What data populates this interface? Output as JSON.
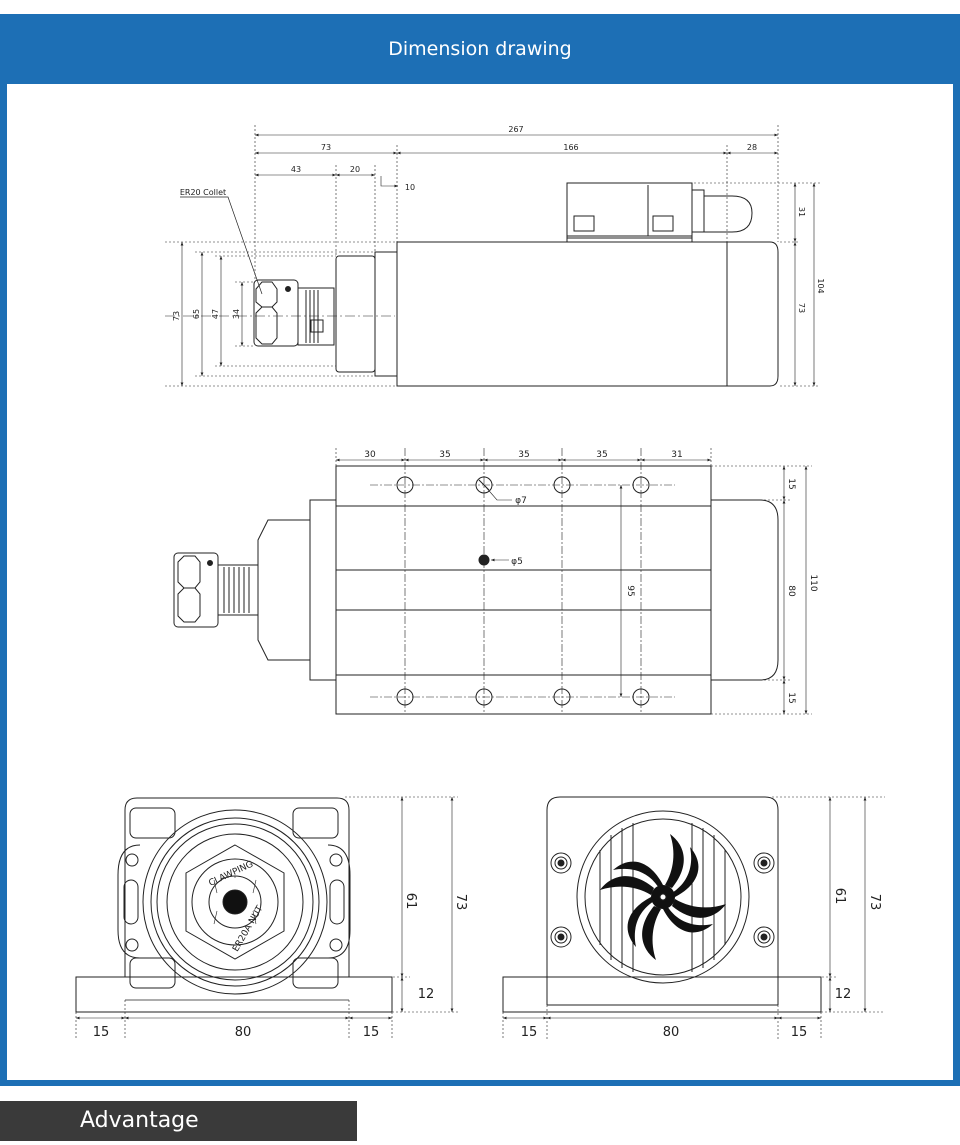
{
  "header": {
    "title": "Dimension drawing"
  },
  "footer": {
    "section_title": "Advantage"
  },
  "side_view": {
    "top_dims": {
      "total": "267",
      "front": "73",
      "body": "166",
      "tail": "28",
      "nut": "43",
      "flange": "20",
      "gap": "10"
    },
    "collet_label": "ER20 Collet",
    "left_dims": {
      "d73": "73",
      "d65": "65",
      "d47": "47",
      "d34": "34"
    },
    "right_dims": {
      "box": "31",
      "body": "73",
      "total": "104"
    }
  },
  "top_view": {
    "spacing": [
      "30",
      "35",
      "35",
      "35",
      "31"
    ],
    "hole_large": "φ7",
    "hole_small": "φ5",
    "height_95": "95",
    "right_dims": {
      "top": "15",
      "mid": "80",
      "bottom": "15",
      "total": "110"
    }
  },
  "front_view": {
    "nut_text_top": "CLAWPING",
    "nut_text_bottom": "ER20A NUT",
    "height_61": "61",
    "height_73": "73",
    "base_12": "12",
    "bottom": [
      "15",
      "80",
      "15"
    ]
  },
  "rear_view": {
    "height_61": "61",
    "height_73": "73",
    "base_12": "12",
    "bottom": [
      "15",
      "80",
      "15"
    ]
  }
}
